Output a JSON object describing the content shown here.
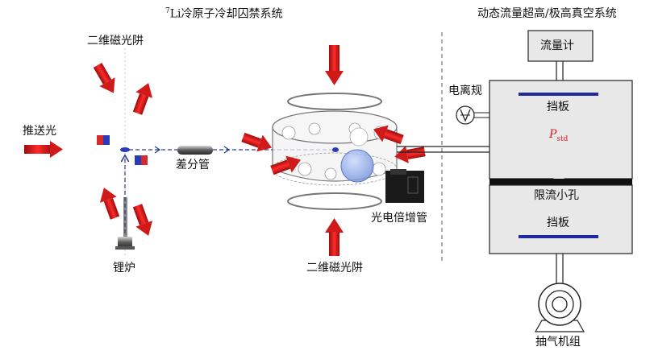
{
  "titles": {
    "left_superscript": "7",
    "left_title": "Li冷原子冷却囚禁系统",
    "right_title": "动态流量超高/极高真空系统"
  },
  "labels": {
    "mot2d_top": "二维磁光阱",
    "push_beam": "推送光",
    "lithium_oven": "锂炉",
    "diff_tube": "差分管",
    "mot2d_bottom": "二维磁光阱",
    "pmt": "光电倍增管",
    "ion_gauge": "电离规",
    "flowmeter": "流量计",
    "baffle_top": "挡板",
    "p_std_symbol": "P",
    "p_std_sub": "std",
    "orifice": "限流小孔",
    "baffle_bottom": "挡板",
    "pump_group": "抽气机组"
  },
  "colors": {
    "laser_arrow": "#e01818",
    "baffle": "#1e2a9e",
    "chamber_fill": "#e8e8e8",
    "beam_path": "#2a3a8c",
    "pressure_text": "#d42020"
  }
}
